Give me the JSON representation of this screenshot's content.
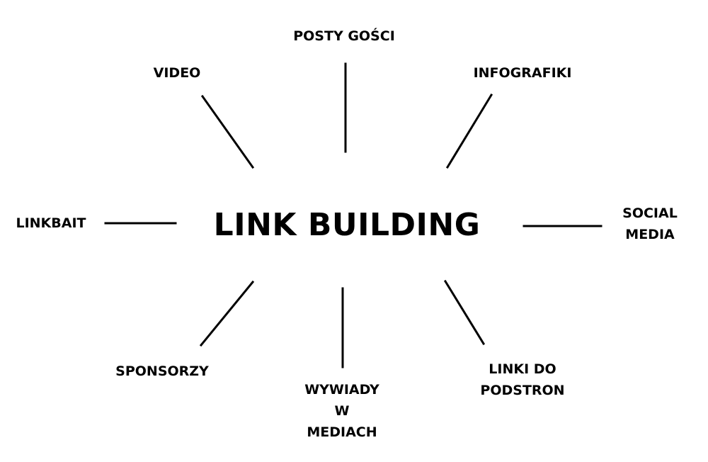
{
  "diagram": {
    "center": {
      "label": "LINK BUILDING"
    },
    "nodes": {
      "posty_gosci": {
        "lines": [
          "POSTY GOŚCI"
        ]
      },
      "video": {
        "lines": [
          "VIDEO"
        ]
      },
      "infografiki": {
        "lines": [
          "INFOGRAFIKI"
        ]
      },
      "linkbait": {
        "lines": [
          "LINKBAIT"
        ]
      },
      "social_media": {
        "lines": [
          "SOCIAL",
          "MEDIA"
        ]
      },
      "sponsorzy": {
        "lines": [
          "SPONSORZY"
        ]
      },
      "wywiady": {
        "lines": [
          "WYWIADY",
          "W",
          "MEDIACH"
        ]
      },
      "linki_do_podstron": {
        "lines": [
          "LINKI DO",
          "PODSTRON"
        ]
      }
    },
    "line_color": "#000000",
    "text_color": "#000000",
    "background": "#ffffff"
  }
}
